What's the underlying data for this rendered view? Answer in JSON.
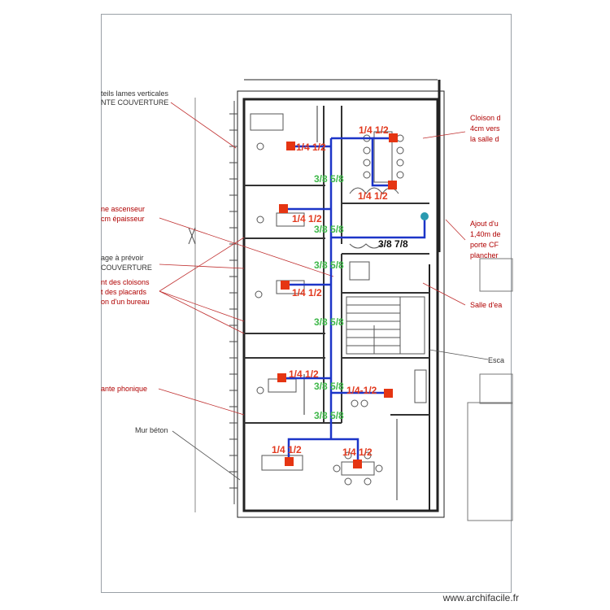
{
  "notes": {
    "left_top_1": "teils lames verticales",
    "left_top_2": "NTE COUVERTURE",
    "left_asc_1": "ne ascenseur",
    "left_asc_2": "cm épaisseur",
    "left_mid_1": "age à prévoir",
    "left_mid_2": "COUVERTURE",
    "left_cl_1": "nt des cloisons",
    "left_cl_2": "t des placards",
    "left_cl_3": "on d'un bureau",
    "left_phon": "ante phonique",
    "left_beton": "Mur béton",
    "right_top_1": "Cloison d",
    "right_top_2": "4cm vers",
    "right_top_3": "la salle d",
    "right_aj_1": "Ajout d'u",
    "right_aj_2": "1,40m de",
    "right_aj_3": "porte CF",
    "right_aj_4": "plancher",
    "right_sde": "Salle d'ea",
    "right_esc": "Esca"
  },
  "pipe_labels": {
    "red": [
      "1/4 1/2",
      "1/4 1/2",
      "1/4 1/2",
      "1/4 1/2",
      "1/4 1/2",
      "1/4 1/2",
      "1/4-1/2",
      "1/4 1/2",
      "1/4 1/2"
    ],
    "green": [
      "3/8 5/8",
      "3/8 5/8",
      "3/8 5/8",
      "3/8 5/8",
      "3/8 5/8",
      "3/8 5/8"
    ],
    "black": "3/8 7/8"
  },
  "footer": "www.archifacile.fr",
  "colors": {
    "pipe": "#1c35c8",
    "unit": "#e53512",
    "label_red": "#e23a1f",
    "label_green": "#3fb84a",
    "annotation": "#b00000"
  }
}
